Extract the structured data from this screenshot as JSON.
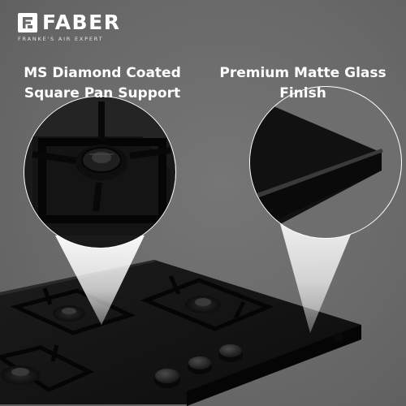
{
  "brand": {
    "name": "FABER",
    "tagline": "FRANKE'S AIR EXPERT"
  },
  "features": [
    {
      "line1": "MS Diamond Coated",
      "line2": "Square Pan Support"
    },
    {
      "line1": "Premium Matte Glass",
      "line2": "Finish"
    }
  ],
  "colors": {
    "background": "#6b6b6b",
    "glass": "#111111",
    "text": "#ffffff"
  }
}
